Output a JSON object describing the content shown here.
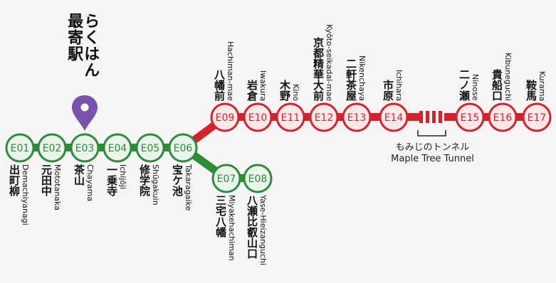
{
  "colors": {
    "green": "#2e8b3a",
    "green_light": "#e9f4ea",
    "red": "#d5232d",
    "red_light": "#fbe9ea",
    "pin": "#7b52ab",
    "background": "#f5f5f5"
  },
  "callout": {
    "line1": "らくはん",
    "line2": "最寄駅",
    "icon": "map-pin-icon"
  },
  "tunnel": {
    "label_ja": "もみじのトンネル",
    "label_en": "Maple Tree Tunnel"
  },
  "stations": [
    {
      "code": "E01",
      "ja": "出町柳",
      "romaji": "Demachiyanagi",
      "line": "green"
    },
    {
      "code": "E02",
      "ja": "元田中",
      "romaji": "Mototanaka",
      "line": "green"
    },
    {
      "code": "E03",
      "ja": "茶山",
      "romaji": "Chayama",
      "line": "green"
    },
    {
      "code": "E04",
      "ja": "一乗寺",
      "romaji": "Ichijōji",
      "line": "green"
    },
    {
      "code": "E05",
      "ja": "修学院",
      "romaji": "Shūgakuin",
      "line": "green"
    },
    {
      "code": "E06",
      "ja": "宝ケ池",
      "romaji": "Takaragaike",
      "line": "green"
    },
    {
      "code": "E07",
      "ja": "三宅八幡",
      "romaji": "Miyakehachiman",
      "line": "green"
    },
    {
      "code": "E08",
      "ja": "八瀬比叡山口",
      "romaji": "Yase-Hieizanguchi",
      "line": "green"
    },
    {
      "code": "E09",
      "ja": "八幡前",
      "romaji": "Hachiman-mae",
      "line": "red"
    },
    {
      "code": "E10",
      "ja": "岩倉",
      "romaji": "Iwakura",
      "line": "red"
    },
    {
      "code": "E11",
      "ja": "木野",
      "romaji": "Kino",
      "line": "red"
    },
    {
      "code": "E12",
      "ja": "京都精華大前",
      "romaji": "Kyōto-seikadai-mae",
      "line": "red"
    },
    {
      "code": "E13",
      "ja": "二軒茶屋",
      "romaji": "Nikenchaya",
      "line": "red"
    },
    {
      "code": "E14",
      "ja": "市原",
      "romaji": "Ichihara",
      "line": "red"
    },
    {
      "code": "E15",
      "ja": "二ノ瀬",
      "romaji": "Ninose",
      "line": "red"
    },
    {
      "code": "E16",
      "ja": "貴船口",
      "romaji": "Kibuneguchi",
      "line": "red"
    },
    {
      "code": "E17",
      "ja": "鞍馬",
      "romaji": "Kurama",
      "line": "red"
    }
  ]
}
